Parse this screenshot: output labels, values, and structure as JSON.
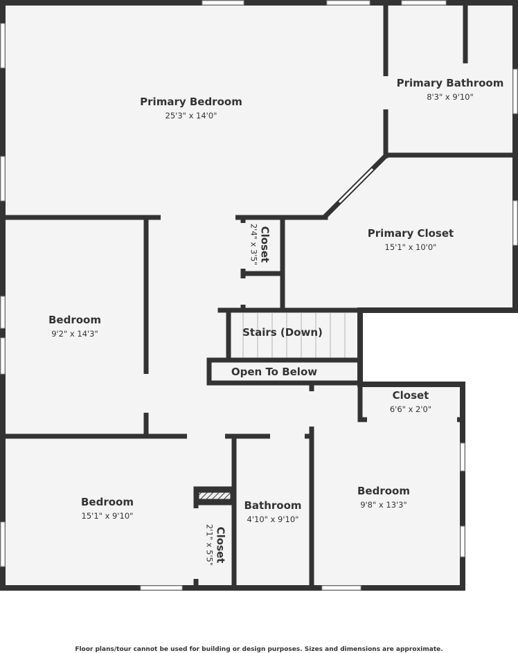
{
  "rooms": {
    "primary_bedroom": {
      "name": "Primary Bedroom",
      "dim": "25'3\" x 14'0\""
    },
    "primary_bathroom": {
      "name": "Primary Bathroom",
      "dim": "8'3\" x 9'10\""
    },
    "primary_closet": {
      "name": "Primary Closet",
      "dim": "15'1\" x 10'0\""
    },
    "closet_small": {
      "name": "Closet",
      "dim": "2'4\" x 3'5\""
    },
    "bedroom_left": {
      "name": "Bedroom",
      "dim": "9'2\" x 14'3\""
    },
    "stairs": {
      "name": "Stairs (Down)"
    },
    "open_below": {
      "name": "Open To Below"
    },
    "closet_right": {
      "name": "Closet",
      "dim": "6'6\" x 2'0\""
    },
    "bedroom_bottom_left": {
      "name": "Bedroom",
      "dim": "15'1\" x 9'10\""
    },
    "closet_bottom": {
      "name": "Closet",
      "dim": "2'1\" x 5'5\""
    },
    "bathroom": {
      "name": "Bathroom",
      "dim": "4'10\" x 9'10\""
    },
    "bedroom_bottom_right": {
      "name": "Bedroom",
      "dim": "9'8\" x 13'3\""
    }
  },
  "footer": {
    "disclaimer": "Floor plans/tour cannot be used for building or design purposes. Sizes and dimensions are approximate."
  },
  "colors": {
    "wall": "#333333",
    "floor": "#f4f4f4",
    "window": "#ffffff"
  }
}
